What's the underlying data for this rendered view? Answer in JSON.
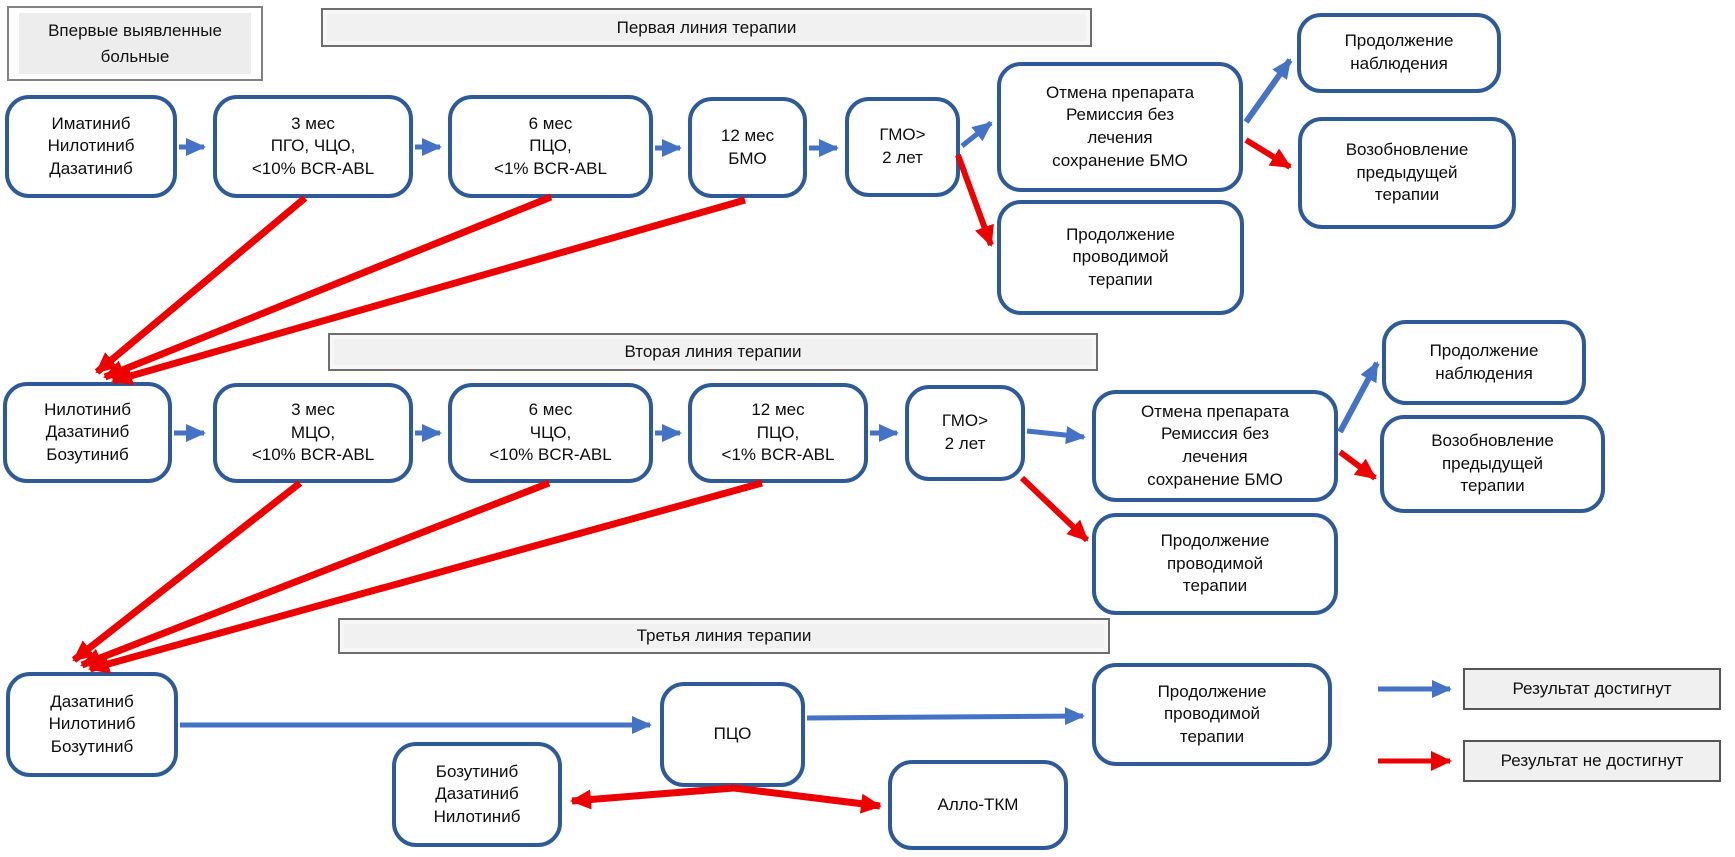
{
  "palette": {
    "box_border": "#2e5b97",
    "achieved_arrow": "#4472c4",
    "not_achieved_arrow": "#ec0000",
    "header_fill": "#f1f1f1"
  },
  "intro": {
    "label": "Впервые выявленные\nбольные"
  },
  "sections": {
    "line1": {
      "header": "Первая линия терапии"
    },
    "line2": {
      "header": "Вторая линия терапии"
    },
    "line3": {
      "header": "Третья линия терапии"
    }
  },
  "nodes": {
    "l1_drugs": "Иматиниб\nНилотиниб\nДазатиниб",
    "l1_m3": "3 мес\nПГО, ЧЦО,\n<10% BCR-ABL",
    "l1_m6": "6 мес\nПЦО,\n<1% BCR-ABL",
    "l1_m12": "12 мес\nБМО",
    "l1_gmo": "ГМО>\n2 лет",
    "l1_cancel": "Отмена препарата\nРемиссия без\nлечения\nсохранение БМО",
    "l1_observe": "Продолжение\nнаблюдения",
    "l1_resume": "Возобновление\nпредыдущей\nтерапии",
    "l1_continue": "Продолжение\nпроводимой\nтерапии",
    "l2_drugs": "Нилотиниб\nДазатиниб\nБозутиниб",
    "l2_m3": "3 мес\nМЦО,\n<10% BCR-ABL",
    "l2_m6": "6 мес\nЧЦО,\n<10% BCR-ABL",
    "l2_m12": "12 мес\nПЦО,\n<1% BCR-ABL",
    "l2_gmo": "ГМО>\n2 лет",
    "l2_cancel": "Отмена препарата\nРемиссия без\nлечения\nсохранение БМО",
    "l2_observe": "Продолжение\nнаблюдения",
    "l2_resume": "Возобновление\nпредыдущей\nтерапии",
    "l2_continue": "Продолжение\nпроводимой\nтерапии",
    "l3_drugs": "Дазатиниб\nНилотиниб\nБозутиниб",
    "l3_pco": "ПЦО",
    "l3_continue": "Продолжение\nпроводимой\nтерапии",
    "l3_switch": "Бозутиниб\nДазатиниб\nНилотиниб",
    "l3_tkm": "Алло-ТКМ"
  },
  "legend": {
    "achieved": "Результат достигнут",
    "not_achieved": "Результат не достигнут"
  },
  "edges": [
    {
      "from": "l1_drugs",
      "to": "l1_m3",
      "result": "achieved"
    },
    {
      "from": "l1_m3",
      "to": "l1_m6",
      "result": "achieved"
    },
    {
      "from": "l1_m6",
      "to": "l1_m12",
      "result": "achieved"
    },
    {
      "from": "l1_m12",
      "to": "l1_gmo",
      "result": "achieved"
    },
    {
      "from": "l1_gmo",
      "to": "l1_cancel",
      "result": "achieved"
    },
    {
      "from": "l1_cancel",
      "to": "l1_observe",
      "result": "achieved"
    },
    {
      "from": "l1_cancel",
      "to": "l1_resume",
      "result": "not_achieved"
    },
    {
      "from": "l1_gmo",
      "to": "l1_continue",
      "result": "not_achieved"
    },
    {
      "from": "l1_m3",
      "to": "l2_drugs",
      "result": "not_achieved"
    },
    {
      "from": "l1_m6",
      "to": "l2_drugs",
      "result": "not_achieved"
    },
    {
      "from": "l1_m12",
      "to": "l2_drugs",
      "result": "not_achieved"
    },
    {
      "from": "l2_drugs",
      "to": "l2_m3",
      "result": "achieved"
    },
    {
      "from": "l2_m3",
      "to": "l2_m6",
      "result": "achieved"
    },
    {
      "from": "l2_m6",
      "to": "l2_m12",
      "result": "achieved"
    },
    {
      "from": "l2_m12",
      "to": "l2_gmo",
      "result": "achieved"
    },
    {
      "from": "l2_gmo",
      "to": "l2_cancel",
      "result": "achieved"
    },
    {
      "from": "l2_cancel",
      "to": "l2_observe",
      "result": "achieved"
    },
    {
      "from": "l2_cancel",
      "to": "l2_resume",
      "result": "not_achieved"
    },
    {
      "from": "l2_gmo",
      "to": "l2_continue",
      "result": "not_achieved"
    },
    {
      "from": "l2_m3",
      "to": "l3_drugs",
      "result": "not_achieved"
    },
    {
      "from": "l2_m6",
      "to": "l3_drugs",
      "result": "not_achieved"
    },
    {
      "from": "l2_m12",
      "to": "l3_drugs",
      "result": "not_achieved"
    },
    {
      "from": "l3_drugs",
      "to": "l3_pco",
      "result": "achieved"
    },
    {
      "from": "l3_pco",
      "to": "l3_continue",
      "result": "achieved"
    },
    {
      "from": "l3_pco",
      "to": "l3_switch",
      "result": "not_achieved"
    },
    {
      "from": "l3_pco",
      "to": "l3_tkm",
      "result": "not_achieved"
    }
  ]
}
